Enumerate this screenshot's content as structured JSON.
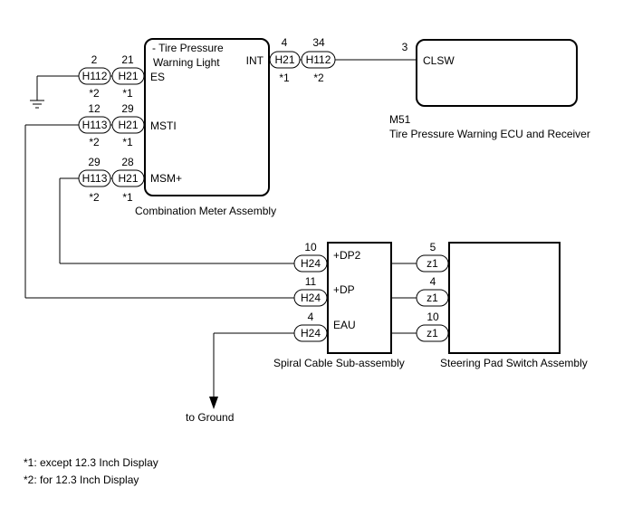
{
  "components": {
    "meter": {
      "name": "Combination Meter Assembly",
      "inner_label_1": "- Tire Pressure",
      "inner_label_2": "Warning Light",
      "pins": {
        "es": "ES",
        "msti": "MSTI",
        "msm": "MSM+",
        "int": "INT"
      }
    },
    "ecu": {
      "code": "M51",
      "name": "Tire Pressure Warning ECU and Receiver",
      "pin": "CLSW",
      "pin_number": "3"
    },
    "spiral": {
      "name": "Spiral Cable Sub-assembly",
      "pins": {
        "dp2": "+DP2",
        "dp": "+DP",
        "eau": "EAU"
      }
    },
    "pad": {
      "name": "Steering Pad Switch Assembly"
    }
  },
  "connectors": {
    "es_h112": {
      "name": "H112",
      "pin": "2",
      "note": "*2"
    },
    "es_h21": {
      "name": "H21",
      "pin": "21",
      "note": "*1"
    },
    "msti_h113": {
      "name": "H113",
      "pin": "12",
      "note": "*2"
    },
    "msti_h21": {
      "name": "H21",
      "pin": "29",
      "note": "*1"
    },
    "msm_h113": {
      "name": "H113",
      "pin": "29",
      "note": "*2"
    },
    "msm_h21": {
      "name": "H21",
      "pin": "28",
      "note": "*1"
    },
    "int_h21": {
      "name": "H21",
      "pin": "4",
      "note": "*1"
    },
    "int_h112": {
      "name": "H112",
      "pin": "34",
      "note": "*2"
    },
    "dp2_h24": {
      "name": "H24",
      "pin": "10"
    },
    "dp_h24": {
      "name": "H24",
      "pin": "11"
    },
    "eau_h24": {
      "name": "H24",
      "pin": "4"
    },
    "dp2_z1": {
      "name": "z1",
      "pin": "5"
    },
    "dp_z1": {
      "name": "z1",
      "pin": "4"
    },
    "eau_z1": {
      "name": "z1",
      "pin": "10"
    }
  },
  "ground_label": "to Ground",
  "notes": {
    "note1": "*1: except 12.3 Inch Display",
    "note2": "*2: for 12.3 Inch Display"
  }
}
